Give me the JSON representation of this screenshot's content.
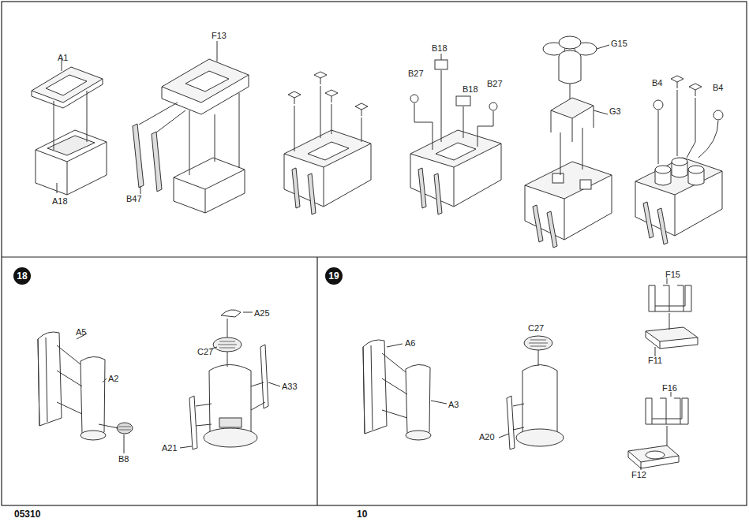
{
  "diagram": {
    "nodes": [
      {
        "text": [
          "18"
        ]
      },
      {
        "text": [
          "19"
        ]
      }
    ],
    "labels": [
      "A1",
      "A18",
      "F13",
      "B47",
      "B18",
      "B27",
      "B18",
      "B27",
      "G15",
      "G3",
      "B4",
      "B4",
      "A5",
      "A2",
      "B8",
      "A25",
      "C27",
      "A33",
      "A21",
      "A6",
      "A3",
      "C27",
      "A20",
      "F15",
      "F11",
      "F16",
      "F12",
      "05310",
      "10"
    ]
  }
}
